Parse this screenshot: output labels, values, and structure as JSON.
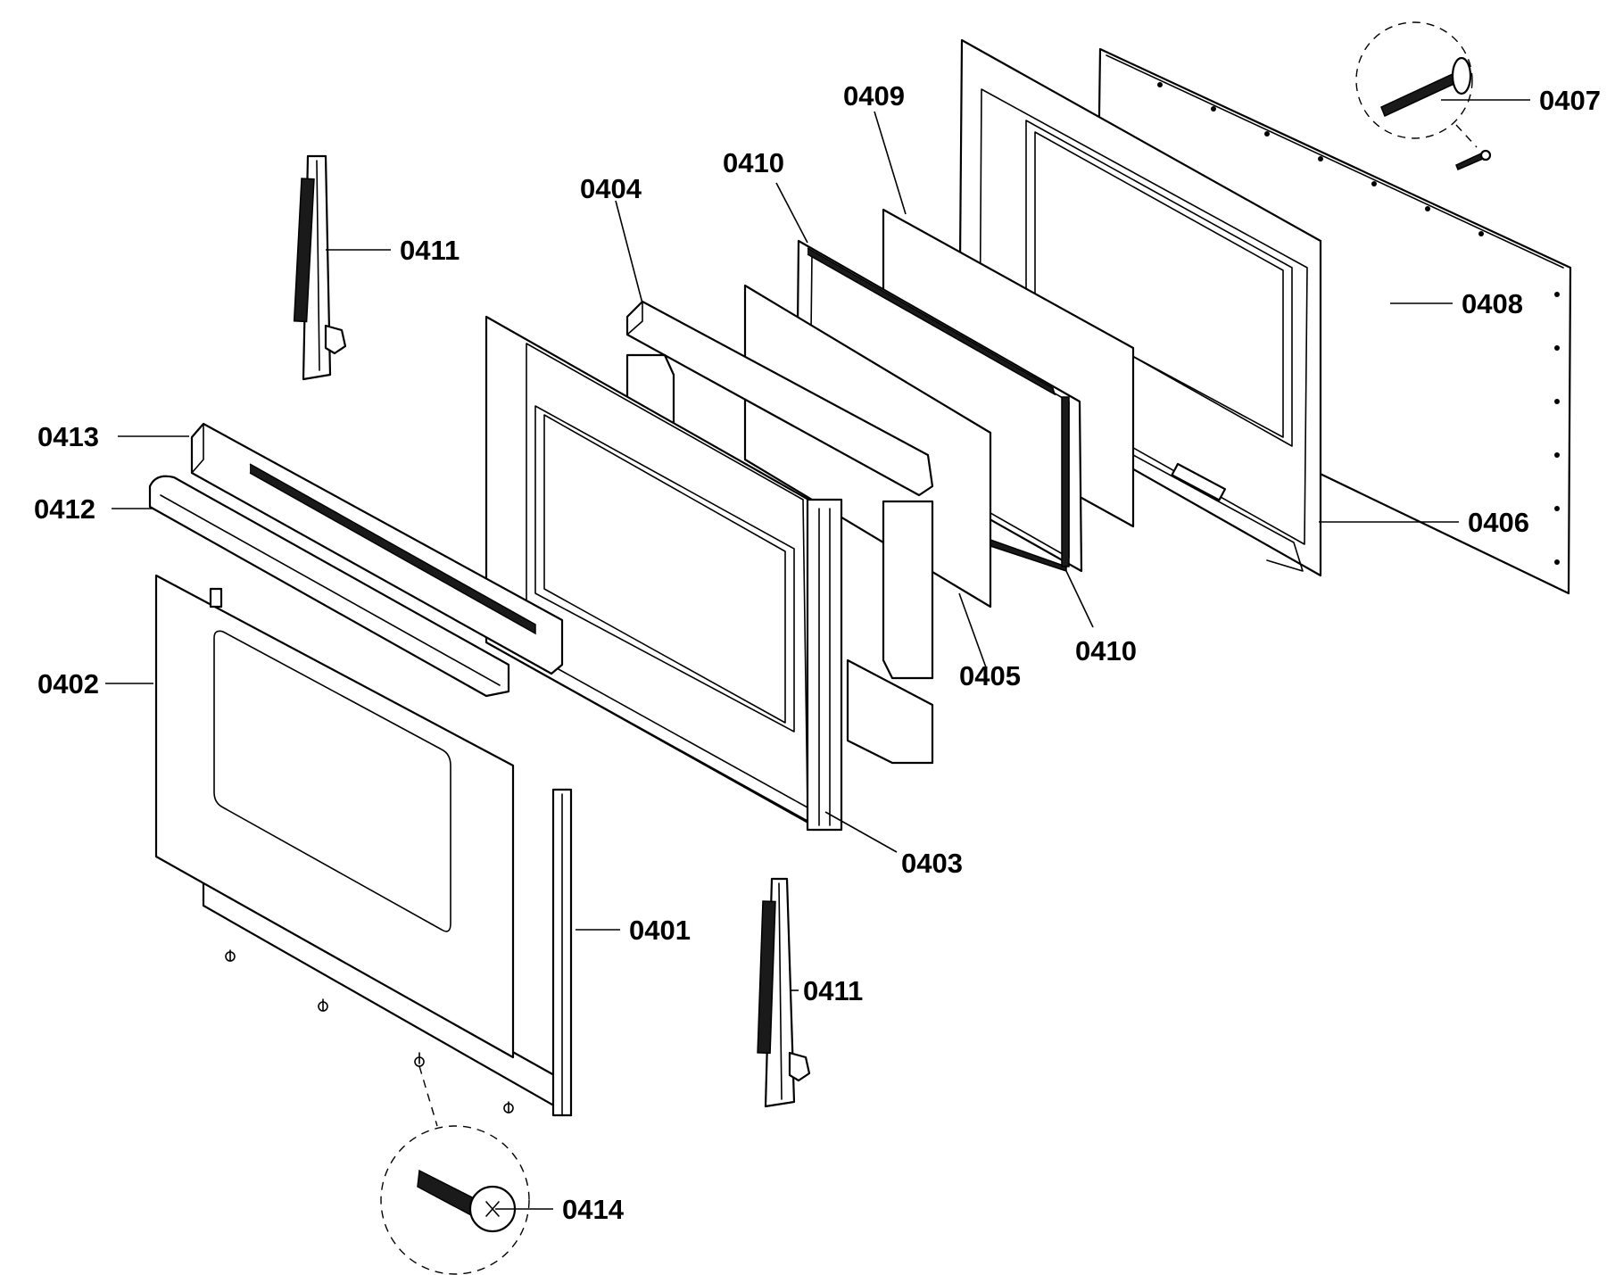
{
  "callouts": {
    "c0401": "0401",
    "c0402": "0402",
    "c0403": "0403",
    "c0404": "0404",
    "c0405": "0405",
    "c0406": "0406",
    "c0407": "0407",
    "c0408": "0408",
    "c0409": "0409",
    "c0410_top": "0410",
    "c0410_bottom": "0410",
    "c0411_top": "0411",
    "c0411_bottom": "0411",
    "c0412": "0412",
    "c0413": "0413",
    "c0414": "0414"
  }
}
